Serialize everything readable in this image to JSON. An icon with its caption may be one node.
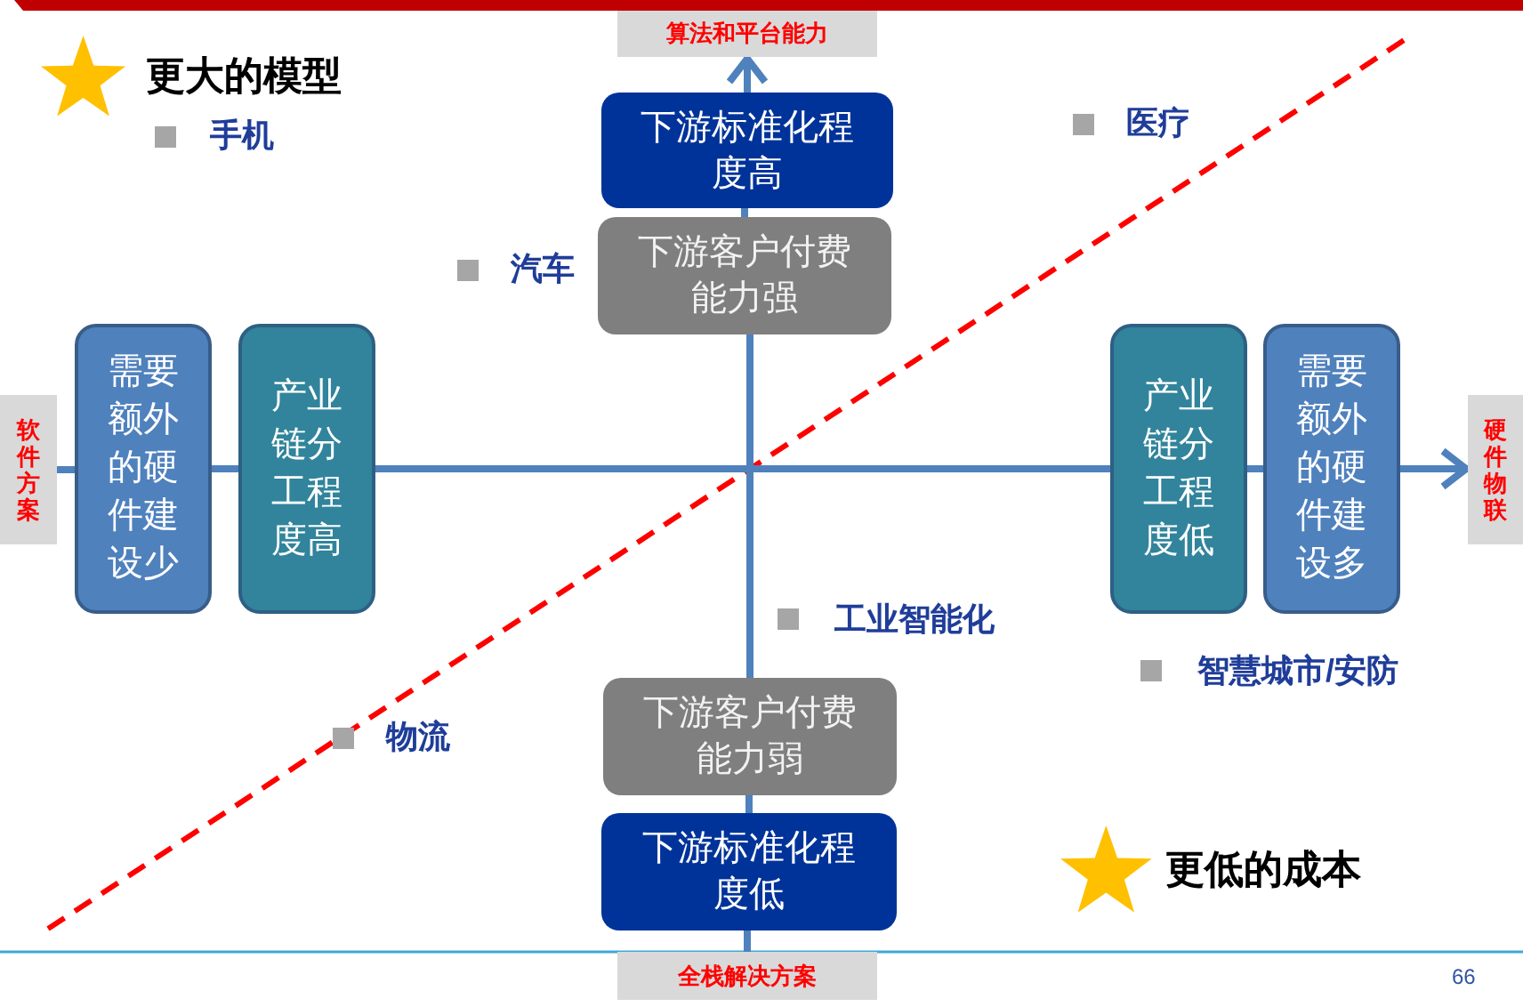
{
  "diagram": {
    "nodes": [
      {
        "text": [
          "算法和平台能力"
        ]
      },
      {
        "text": [
          "软件方案"
        ]
      },
      {
        "text": [
          "硬件物联"
        ]
      },
      {
        "text": [
          "全栈解决方案"
        ]
      },
      {
        "text": [
          "下游标准化程度高"
        ]
      },
      {
        "text": [
          "下游客户付费能力强"
        ]
      },
      {
        "text": [
          "需要额外的硬件建设少"
        ]
      },
      {
        "text": [
          "产业链分工程度高"
        ]
      },
      {
        "text": [
          "产业链分工程度低"
        ]
      },
      {
        "text": [
          "需要额外的硬件建设多"
        ]
      },
      {
        "text": [
          "下游客户付费能力弱"
        ]
      },
      {
        "text": [
          "下游标准化程度低"
        ]
      }
    ],
    "edges": [
      {
        "from": 1,
        "to": 6,
        "arrow": "none"
      },
      {
        "from": 6,
        "to": 7,
        "arrow": "none"
      },
      {
        "from": 7,
        "to": 8,
        "arrow": "none"
      },
      {
        "from": 8,
        "to": 9,
        "arrow": "none"
      },
      {
        "from": 9,
        "to": 2,
        "arrow": "to"
      },
      {
        "from": 3,
        "to": 11,
        "arrow": "none"
      },
      {
        "from": 11,
        "to": 10,
        "arrow": "none"
      },
      {
        "from": 10,
        "to": 5,
        "arrow": "none"
      },
      {
        "from": 5,
        "to": 4,
        "arrow": "none"
      },
      {
        "from": 4,
        "to": 0,
        "arrow": "to"
      }
    ],
    "labels": [
      "更大的模型",
      "手机",
      "医疗",
      "汽车",
      "工业智能化",
      "智慧城市/安防",
      "物流",
      "更低的成本",
      "66"
    ]
  }
}
